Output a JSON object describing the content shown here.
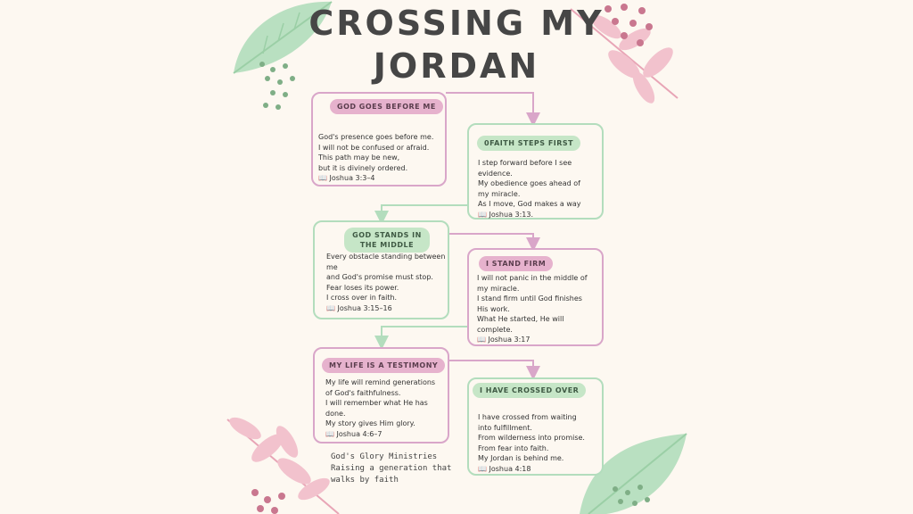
{
  "title": {
    "line1": "CROSSING MY",
    "line2": "JORDAN"
  },
  "cards": [
    {
      "tag": "GOD GOES BEFORE ME",
      "lines": [
        "God's presence goes before me.",
        " I will not be confused or afraid.",
        " This path may be new,",
        " but it is divinely ordered.",
        "📖 Joshua 3:3–4"
      ]
    },
    {
      "tag": "0FAITH STEPS FIRST",
      "lines": [
        " I step forward before I see",
        " evidence.",
        "  My obedience goes ahead of",
        " my miracle.",
        "  As I move, God makes a way",
        " 📖 Joshua 3:13."
      ]
    },
    {
      "tag": "GOD STANDS IN THE MIDDLE",
      "lines": [
        "Every obstacle standing between",
        "me",
        " and God's promise must stop.",
        " Fear loses its power.",
        " I cross over in faith.",
        "📖 Joshua 3:15–16"
      ]
    },
    {
      "tag": "I STAND FIRM",
      "lines": [
        "I will not panic in the middle of",
        "my miracle.",
        " I stand firm until God finishes",
        "His work.",
        " What He started, He will",
        " complete.",
        "📖 Joshua 3:17"
      ]
    },
    {
      "tag": "MY LIFE IS A TESTIMONY",
      "lines": [
        "My life will remind generations",
        " of God's faithfulness.",
        " I will remember what He has",
        "done.",
        " My story gives Him glory.",
        "📖 Joshua 4:6–7"
      ]
    },
    {
      "tag": "I HAVE CROSSED OVER",
      "lines": [
        "I have crossed from waiting",
        "into fulfillment.",
        " From wilderness into promise.",
        " From fear into faith.",
        " My Jordan is behind me.",
        "📖 Joshua 4:18"
      ]
    }
  ],
  "footer": {
    "line1": "God's Glory Ministries",
    "line2": "Raising a generation that",
    "line3": "walks by faith"
  },
  "colors": {
    "pink": "#d9a6c9",
    "green": "#b3ddbd",
    "pink_tag": "#e6b2cd",
    "green_tag": "#c6e6c7",
    "background": "#fdf8f1"
  }
}
